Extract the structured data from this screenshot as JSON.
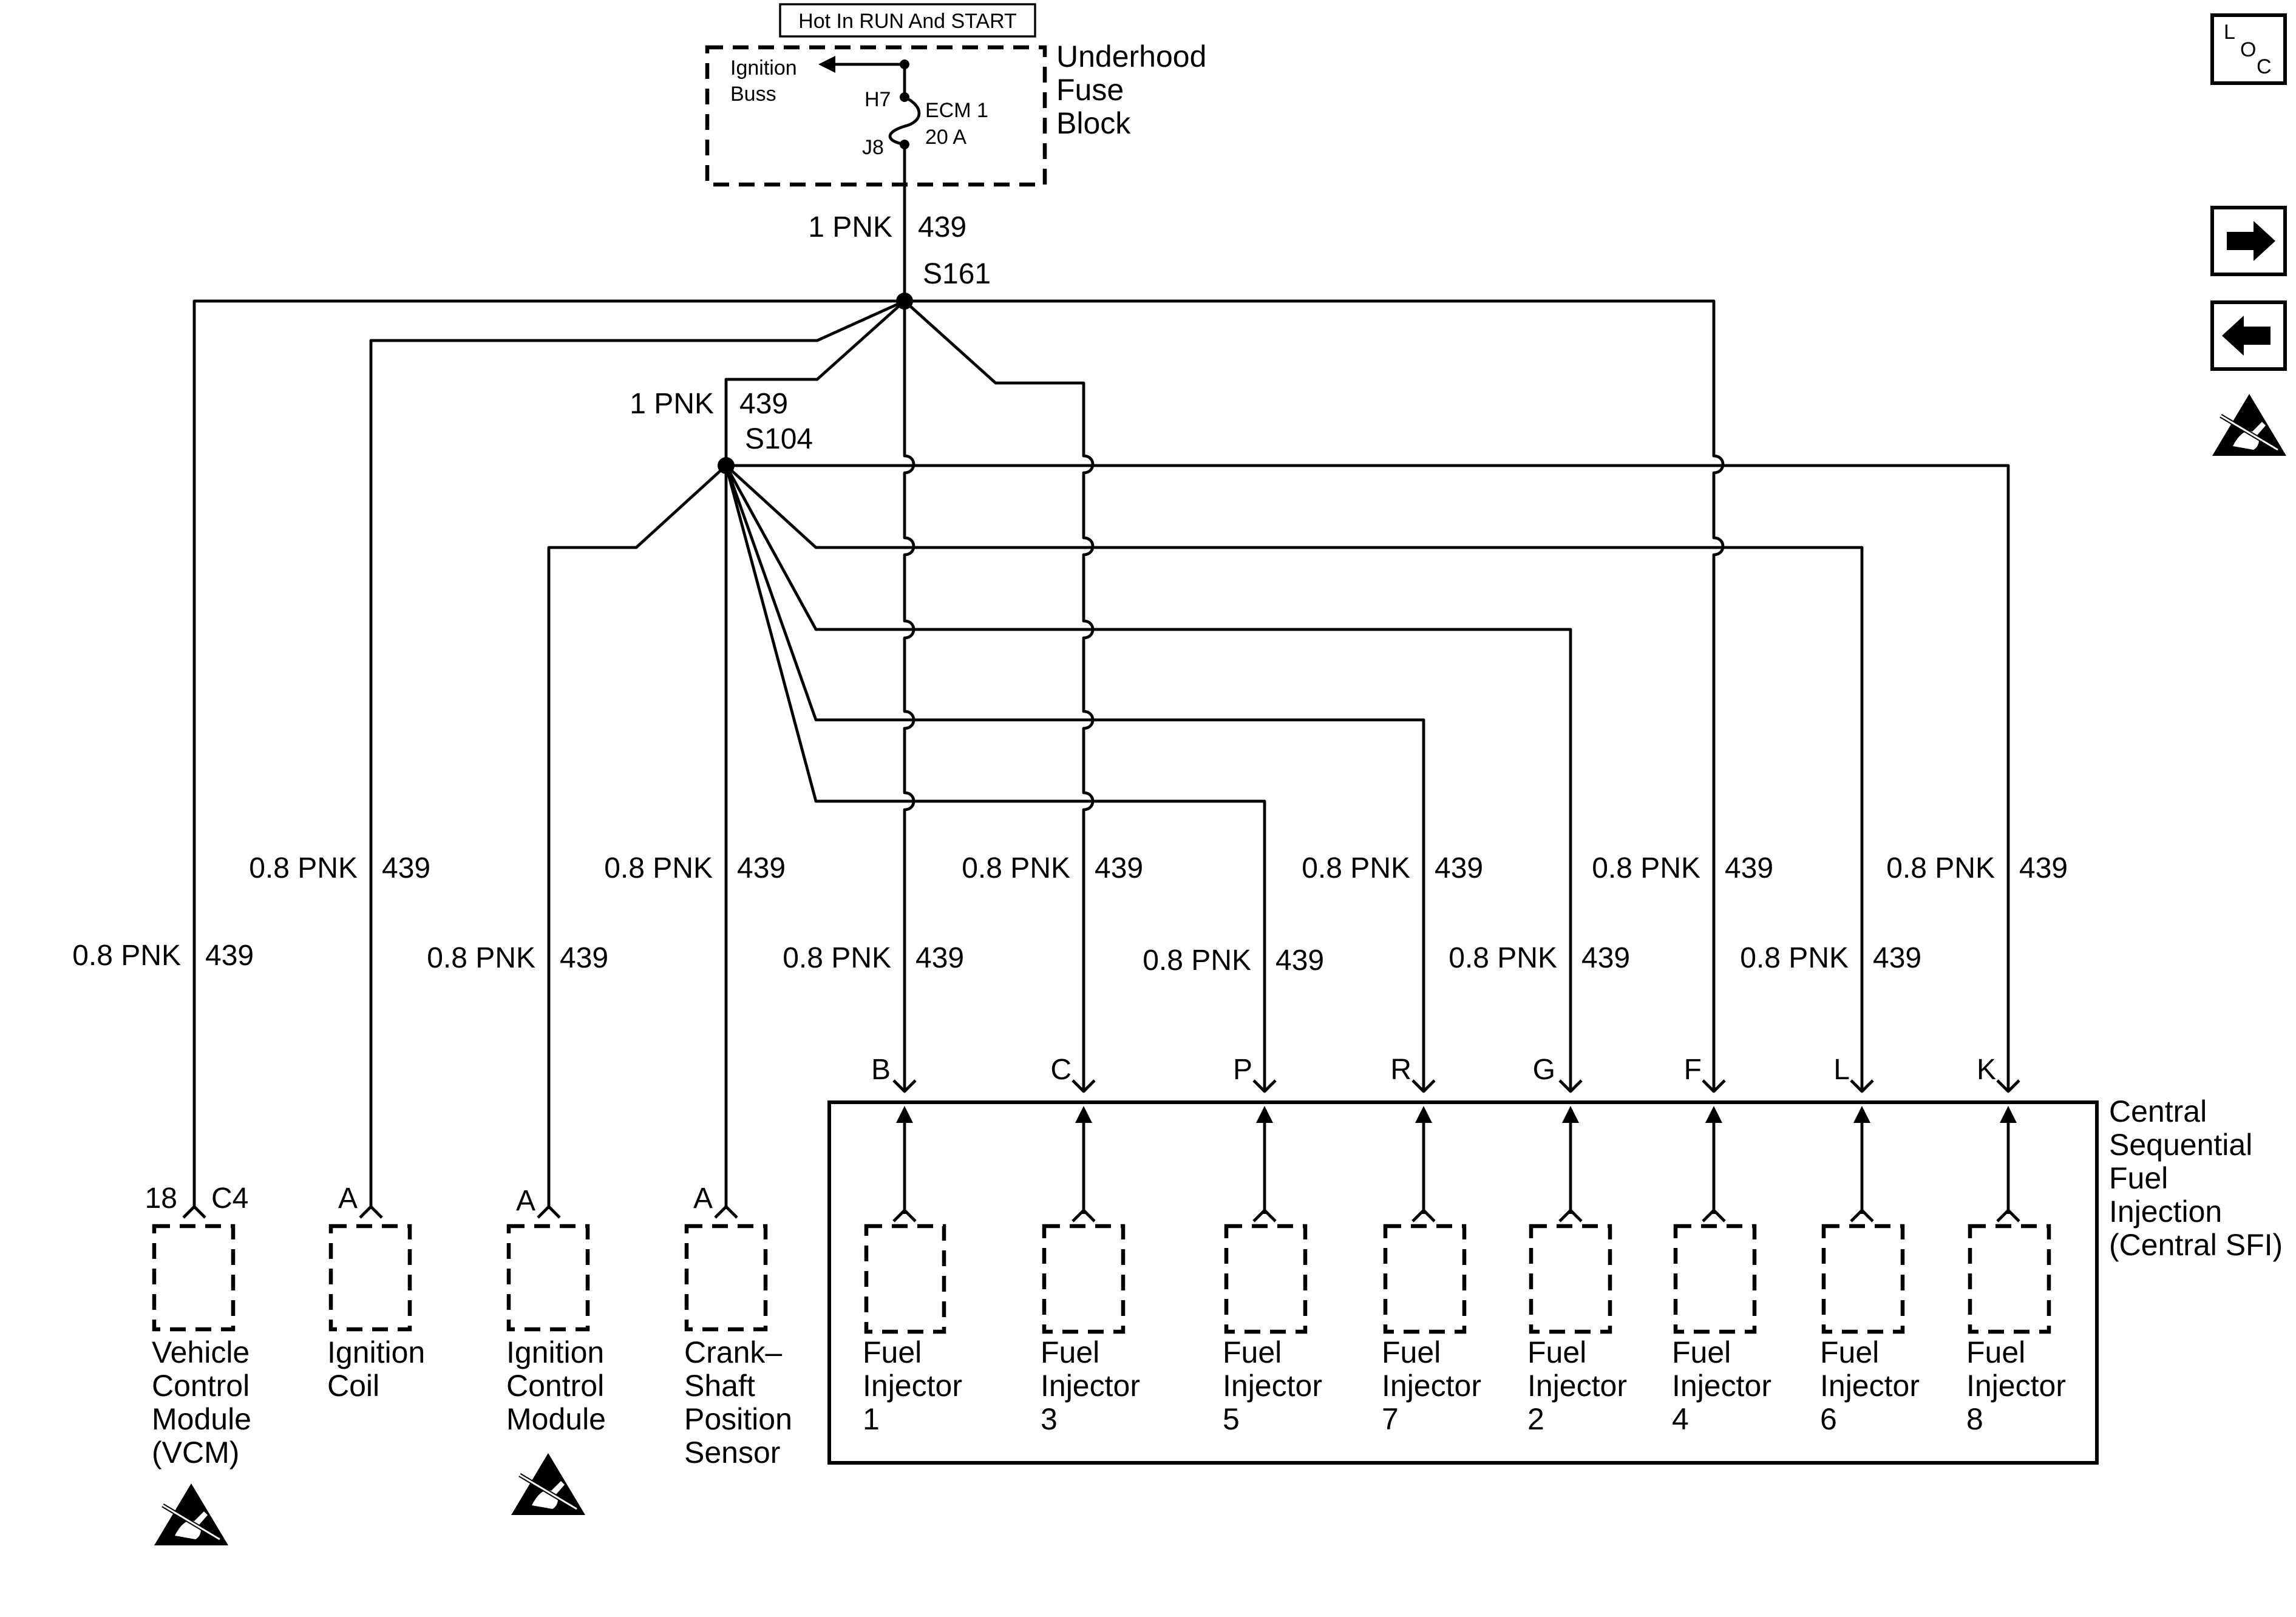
{
  "hot_label": "Hot In RUN And START",
  "fuse_block": {
    "title_lines": [
      "Underhood",
      "Fuse",
      "Block"
    ],
    "ignition_buss_lines": [
      "Ignition",
      "Buss"
    ],
    "pin_top": "H7",
    "pin_bottom": "J8",
    "fuse_name": "ECM 1",
    "fuse_rating": "20 A"
  },
  "main_wire": {
    "gauge": "1 PNK",
    "circuit": "439"
  },
  "splice_s161": "S161",
  "branch_wire": {
    "gauge": "1 PNK",
    "circuit": "439"
  },
  "splice_s104": "S104",
  "wire_gauge_label": "0.8 PNK",
  "wire_circuit_label": "439",
  "sfi": {
    "title_lines": [
      "Central",
      "Sequential",
      "Fuel",
      "Injection",
      "(Central SFI)"
    ],
    "pins": [
      "B",
      "C",
      "P",
      "R",
      "G",
      "F",
      "L",
      "K"
    ],
    "injectors": [
      [
        "Fuel",
        "Injector",
        "1"
      ],
      [
        "Fuel",
        "Injector",
        "3"
      ],
      [
        "Fuel",
        "Injector",
        "5"
      ],
      [
        "Fuel",
        "Injector",
        "7"
      ],
      [
        "Fuel",
        "Injector",
        "2"
      ],
      [
        "Fuel",
        "Injector",
        "4"
      ],
      [
        "Fuel",
        "Injector",
        "6"
      ],
      [
        "Fuel",
        "Injector",
        "8"
      ]
    ]
  },
  "components": [
    {
      "pin": "18",
      "connector": "C4",
      "name_lines": [
        "Vehicle",
        "Control",
        "Module",
        "(VCM)"
      ],
      "esd": true
    },
    {
      "pin": "A",
      "connector": "",
      "name_lines": [
        "Ignition",
        "Coil"
      ],
      "esd": false
    },
    {
      "pin": "A",
      "connector": "",
      "name_lines": [
        "Ignition",
        "Control",
        "Module"
      ],
      "esd": true
    },
    {
      "pin": "A",
      "connector": "",
      "name_lines": [
        "Crank–",
        "Shaft",
        "Position",
        "Sensor"
      ],
      "esd": false
    }
  ],
  "nav": {
    "loc_letters": [
      "L",
      "O",
      "C"
    ],
    "next_icon": "arrow-right-icon",
    "prev_icon": "arrow-left-icon",
    "esd_icon": "esd-warning-icon"
  },
  "colors": {
    "line": "#000000",
    "background": "#ffffff"
  }
}
